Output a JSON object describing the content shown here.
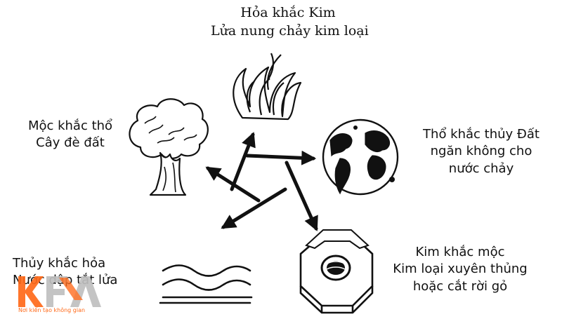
{
  "diagram": {
    "fire": {
      "lines": [
        "Hỏa khắc Kim",
        "Lửa nung chảy kim loại"
      ]
    },
    "wood": {
      "lines": [
        "Mộc khắc thổ",
        "Cây đè đất"
      ]
    },
    "earth": {
      "lines": [
        "Thổ khắc thủy Đất",
        "ngăn không cho",
        "nước chảy"
      ]
    },
    "metal": {
      "lines": [
        "Kim khắc mộc",
        "Kim loại xuyên thủng",
        "hoặc cắt rời gỏ"
      ]
    },
    "water": {
      "lines": [
        "Thủy khắc hỏa",
        "Nước dập tắt lửa"
      ]
    }
  },
  "logo": {
    "mark": "KFA",
    "tagline": "Nơi kiến tạo không gian"
  },
  "colors": {
    "ink": "#111111",
    "logo_orange": "#ff6a1a",
    "logo_gray": "#bfbfbf"
  },
  "icons": [
    "flame-icon",
    "tree-icon",
    "globe-icon",
    "hex-nut-icon",
    "water-waves-icon"
  ]
}
